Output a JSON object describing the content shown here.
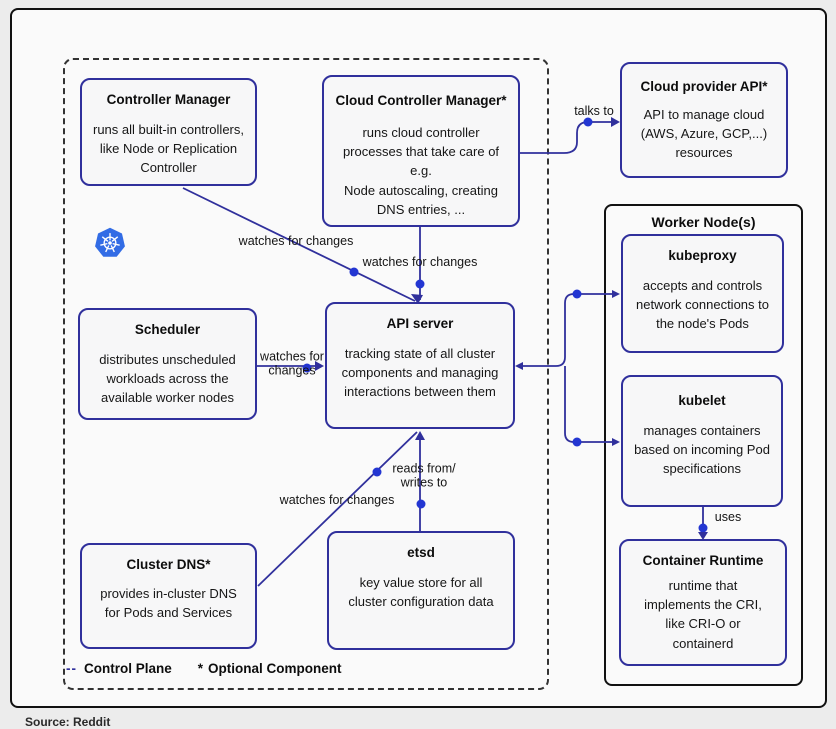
{
  "page": {
    "source_caption": "Source: Reddit"
  },
  "colors": {
    "box_border": "#30309c",
    "edge_line": "#30309c",
    "dot": "#2336d2",
    "logo_blue": "#326ce5",
    "frame_border": "#111111"
  },
  "boxes": {
    "controller_manager": {
      "title": "Controller Manager",
      "body": "runs all built-in controllers,\nlike Node or Replication\nController"
    },
    "cloud_controller_manager": {
      "title": "Cloud Controller Manager*",
      "body": "runs cloud controller\nprocesses that take care of\ne.g.\nNode autoscaling, creating\nDNS entries, ..."
    },
    "cloud_provider_api": {
      "title": "Cloud provider API*",
      "body": "API to manage cloud\n(AWS, Azure, GCP,...)\nresources"
    },
    "scheduler": {
      "title": "Scheduler",
      "body": "distributes unscheduled\nworkloads across the\navailable worker nodes"
    },
    "api_server": {
      "title": "API server",
      "body": "tracking state of all cluster\ncomponents and managing\ninteractions between them"
    },
    "etsd": {
      "title": "etsd",
      "body": "key value store for all\ncluster configuration data"
    },
    "cluster_dns": {
      "title": "Cluster DNS*",
      "body": "provides in-cluster DNS\nfor Pods and Services"
    },
    "worker_node": {
      "title": "Worker Node(s)"
    },
    "kubeproxy": {
      "title": "kubeproxy",
      "body": "accepts and controls\nnetwork connections to\nthe node's Pods"
    },
    "kubelet": {
      "title": "kubelet",
      "body": "manages containers\nbased on incoming Pod\nspecifications"
    },
    "container_runtime": {
      "title": "Container Runtime",
      "body": "runtime that\nimplements the CRI,\nlike CRI-O or\ncontainerd"
    }
  },
  "edge_labels": {
    "talks_to": "talks to",
    "watches_controller_manager": "watches for changes",
    "watches_cloud_controller_manager": "watches for changes",
    "watches_scheduler": "watches for\nchanges",
    "watches_cluster_dns": "watches for changes",
    "reads_writes": "reads from/\nwrites to",
    "uses": "uses"
  },
  "legend": {
    "control_plane_dash": "--",
    "control_plane_label": "Control Plane",
    "optional_star": "*",
    "optional_label": "Optional Component"
  }
}
